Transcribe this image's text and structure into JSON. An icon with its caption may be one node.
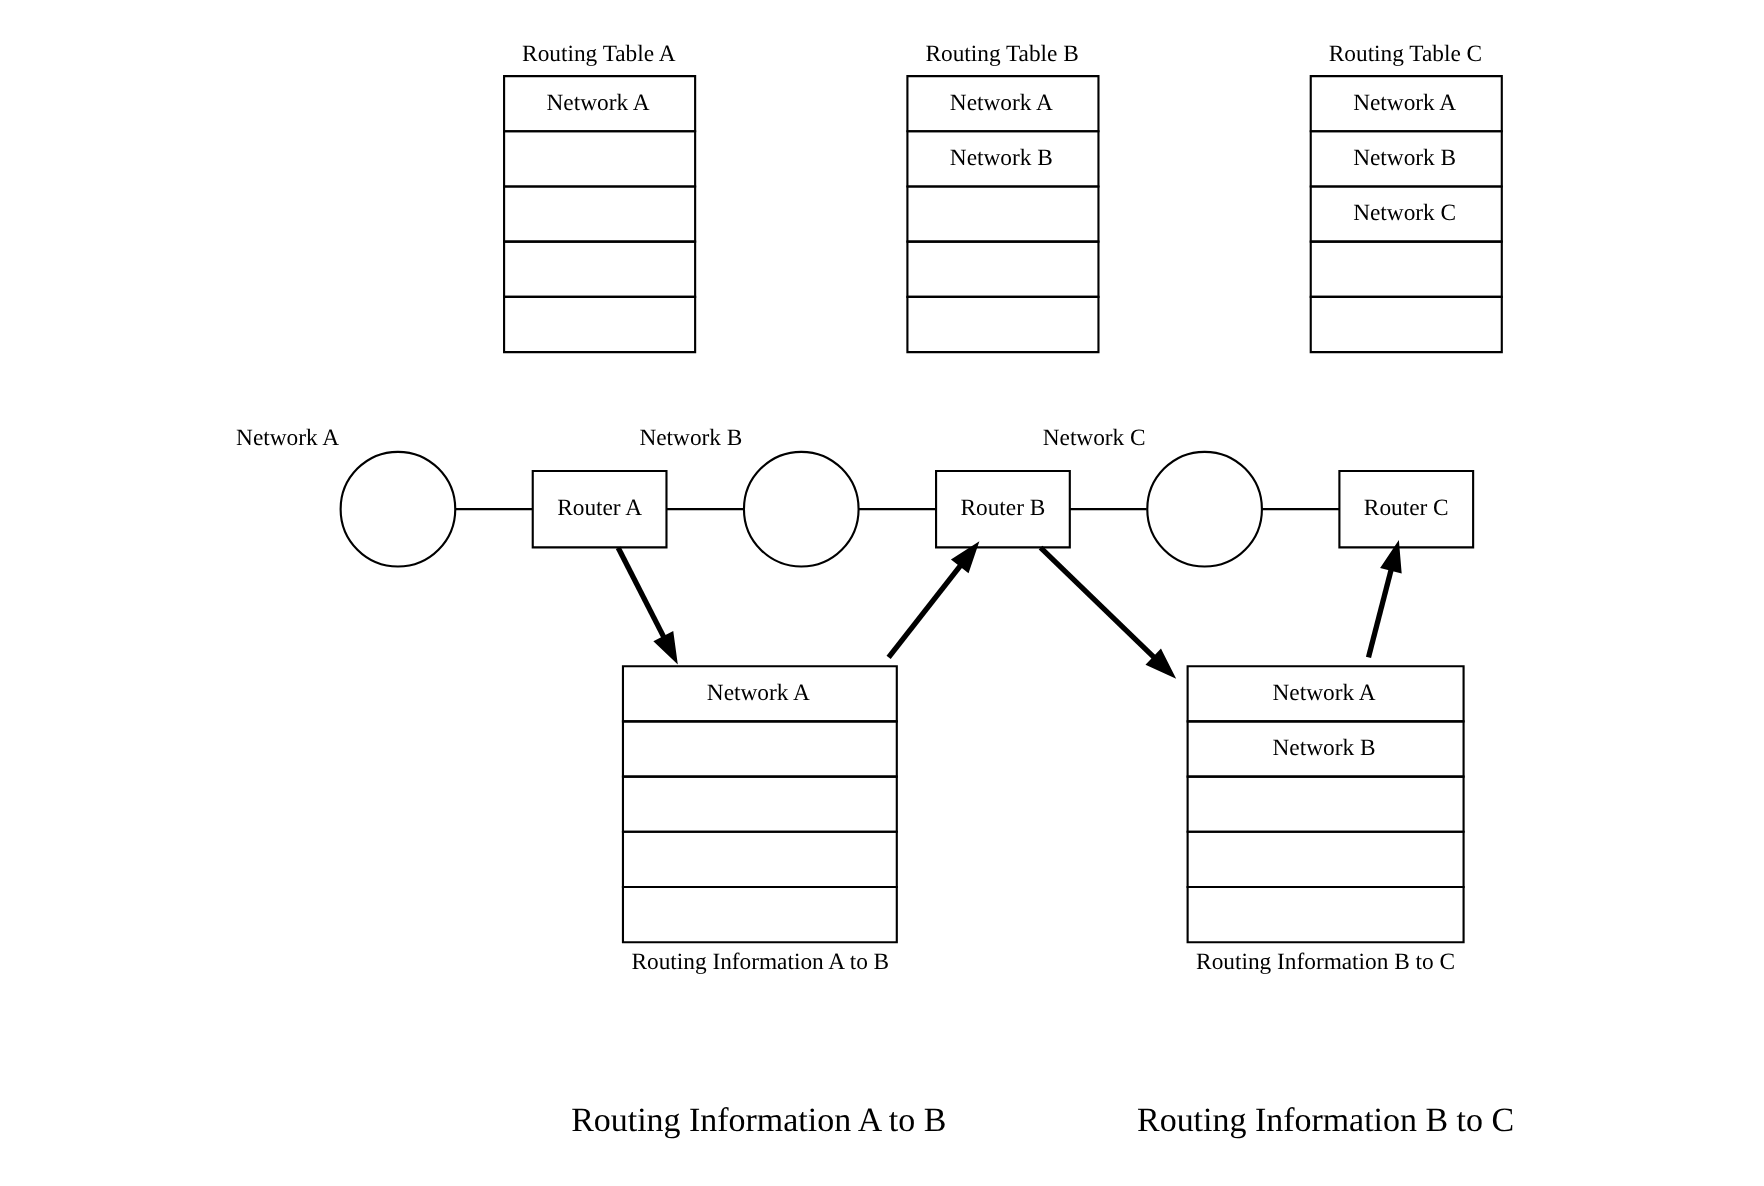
{
  "diagram": {
    "nodes": [
      {
        "text": [
          "Routing Table A",
          "Network A"
        ]
      },
      {
        "text": [
          "Routing Table B",
          "Network A",
          "Network B"
        ]
      },
      {
        "text": [
          "Routing Table C",
          "Network A",
          "Network B",
          "Network C"
        ]
      },
      {
        "text": [],
        "shape": "circle",
        "beside": [
          "Network A"
        ]
      },
      {
        "text": [
          "Router A"
        ]
      },
      {
        "text": [],
        "shape": "circle",
        "beside": [
          "Network B"
        ]
      },
      {
        "text": [
          "Router B"
        ]
      },
      {
        "text": [],
        "shape": "circle",
        "beside": [
          "Network C"
        ]
      },
      {
        "text": [
          "Router C"
        ]
      },
      {
        "text": [
          "Network A",
          "Routing Information A to B"
        ]
      },
      {
        "text": [
          "Network A",
          "Network B",
          "Routing Information B to C"
        ]
      }
    ],
    "edges": [
      {
        "from": 3,
        "to": 4,
        "arrow": "none"
      },
      {
        "from": 4,
        "to": 5,
        "arrow": "none"
      },
      {
        "from": 5,
        "to": 6,
        "arrow": "none"
      },
      {
        "from": 6,
        "to": 7,
        "arrow": "none"
      },
      {
        "from": 7,
        "to": 8,
        "arrow": "none"
      },
      {
        "from": 4,
        "to": 9,
        "arrow": "to",
        "style": "thick"
      },
      {
        "from": 9,
        "to": 6,
        "arrow": "to",
        "style": "thick"
      },
      {
        "from": 6,
        "to": 10,
        "arrow": "to",
        "style": "thick"
      },
      {
        "from": 10,
        "to": 8,
        "arrow": "to",
        "style": "thick"
      }
    ],
    "labels": [
      "Routing Information A to B",
      "Routing Information B to C"
    ]
  }
}
